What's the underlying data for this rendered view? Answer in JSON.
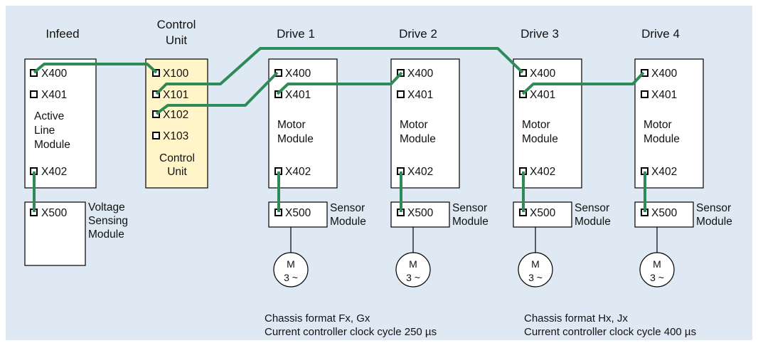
{
  "headers": {
    "infeed": "Infeed",
    "control_unit_1": "Control",
    "control_unit_2": "Unit",
    "drive1": "Drive 1",
    "drive2": "Drive 2",
    "drive3": "Drive 3",
    "drive4": "Drive 4"
  },
  "infeed": {
    "ports": [
      "X400",
      "X401",
      "X402"
    ],
    "module_lines": [
      "Active",
      "Line",
      "Module"
    ]
  },
  "vsm": {
    "port": "X500",
    "label_lines": [
      "Voltage",
      "Sensing",
      "Module"
    ]
  },
  "control_unit": {
    "ports": [
      "X100",
      "X101",
      "X102",
      "X103"
    ],
    "label_lines": [
      "Control",
      "Unit"
    ]
  },
  "drive": {
    "ports": [
      "X400",
      "X401",
      "X402"
    ],
    "module_lines": [
      "Motor",
      "Module"
    ],
    "sensor_port": "X500",
    "sensor_label_lines": [
      "Sensor",
      "Module"
    ],
    "motor_lines": [
      "M",
      "3 ~"
    ]
  },
  "notes": {
    "left_1": "Chassis format Fx, Gx",
    "left_2": "Current controller clock cycle 250 µs",
    "right_1": "Chassis format Hx, Jx",
    "right_2": "Current controller clock cycle 400 µs"
  },
  "colors": {
    "background": "#dfe9f4",
    "cable": "#2e8b57",
    "control_unit_fill": "#fff5c8"
  }
}
